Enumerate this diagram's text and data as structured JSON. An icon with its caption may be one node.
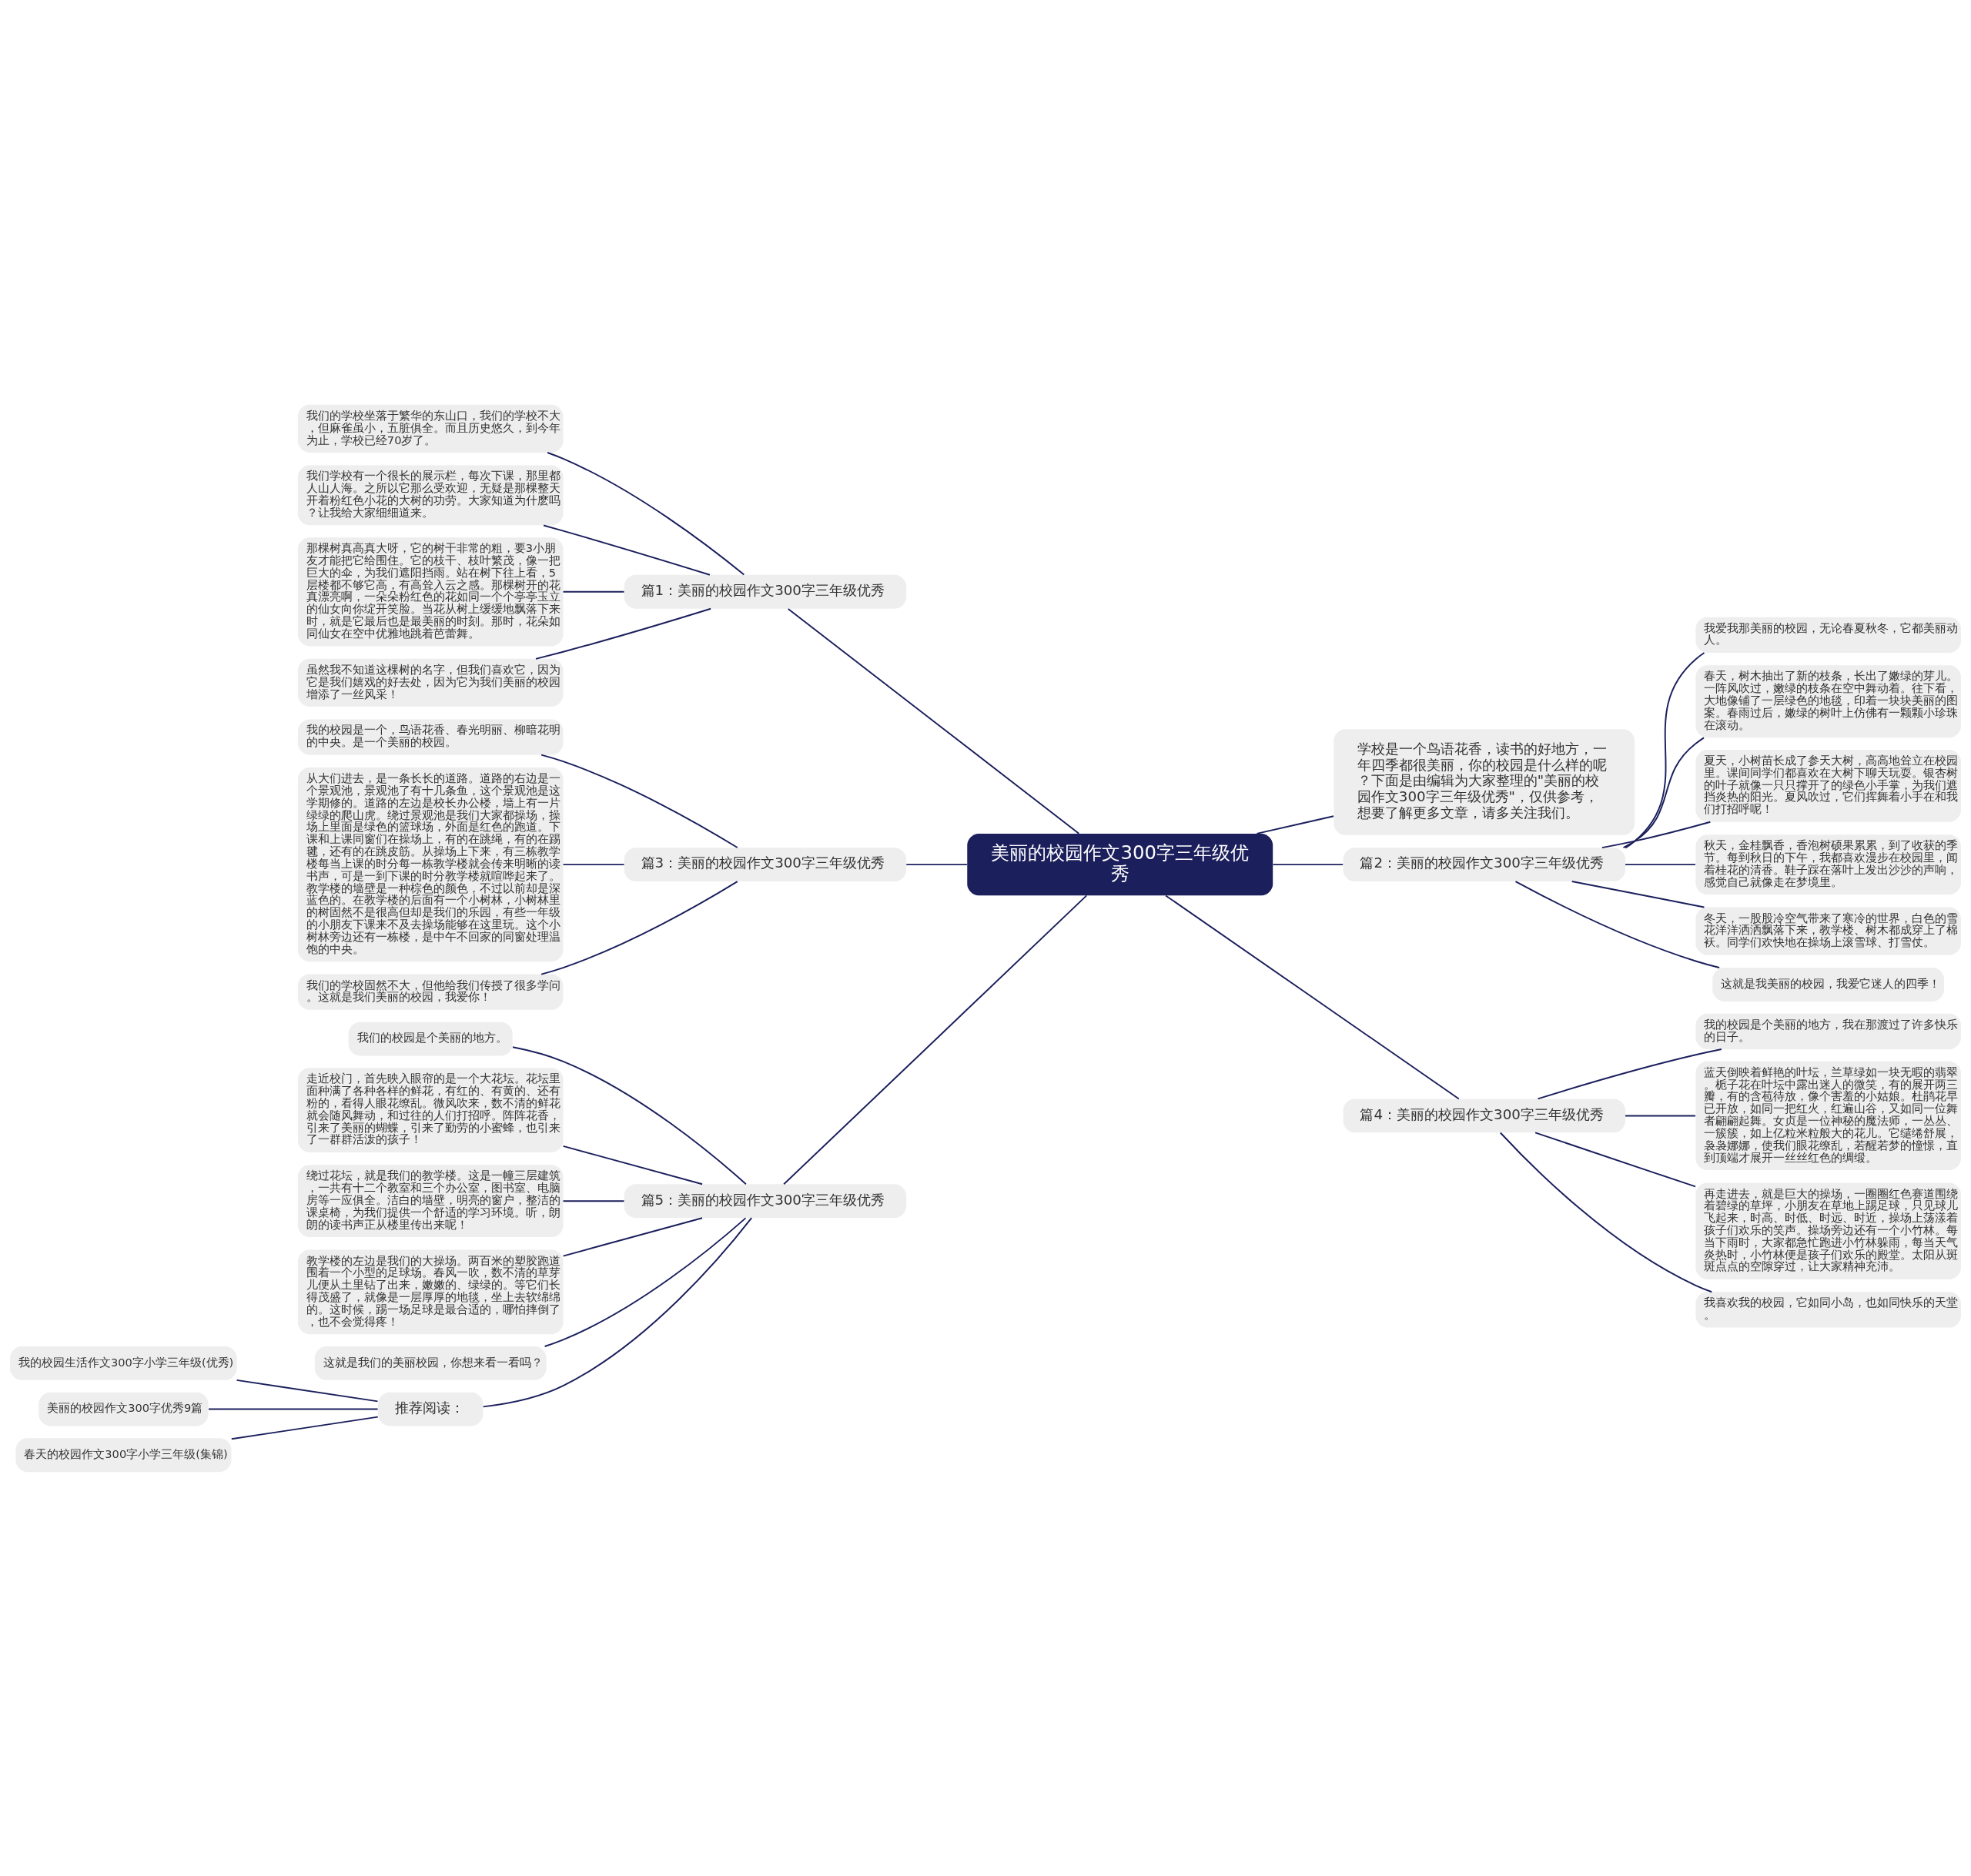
{
  "diagram": {
    "nodes": [
      {
        "text": [
          "美丽的校园作文300字三年级优秀"
        ]
      },
      {
        "text": [
          "篇1：美丽的校园作文300字三年级优秀"
        ]
      },
      {
        "text": [
          "我们的学校坐落于繁华的东山口，我们的学校不大，但麻雀虽小，五脏俱全。而且历史悠久，到今年为止，学校已经70岁了。"
        ]
      },
      {
        "text": [
          "我们学校有一个很长的展示栏，每次下课，那里都人山人海。之所以它那么受欢迎，无疑是那棵整天开着粉红色小花的大树的功劳。大家知道为什麽吗？让我给大家细细道来。"
        ]
      },
      {
        "text": [
          "那棵树真高真大呀，它的树干非常的粗，要3小朋友才能把它给围住。它的枝干、枝叶繁茂，像一把巨大的伞，为我们遮阳挡雨。站在树下往上看，5层楼都不够它高，有高耸入云之感。那棵树开的花真漂亮啊，一朵朵粉红色的花如同一个个亭亭玉立的仙女向你绽开笑脸。当花从树上缓缓地飘落下来时，就是它最后也是最美丽的时刻。那时，花朵如同仙女在空中优雅地跳着芭蕾舞。"
        ]
      },
      {
        "text": [
          "虽然我不知道这棵树的名字，但我们喜欢它，因为它是我们嬉戏的好去处，因为它为我们美丽的校园增添了一丝风采！"
        ]
      },
      {
        "text": [
          "篇3：美丽的校园作文300字三年级优秀"
        ]
      },
      {
        "text": [
          "我的校园是一个，鸟语花香、春光明丽、柳暗花明的中央。是一个美丽的校园。"
        ]
      },
      {
        "text": [
          "从大们进去，是一条长长的道路。道路的右边是一个景观池，景观池了有十几条鱼，这个景观池是这学期修的。道路的左边是校长办公楼，墙上有一片绿绿的爬山虎。绕过景观池是我们大家都操场，操场上里面是绿色的篮球场，外面是红色的跑道。下课和上课同窗们在操场上，有的在跳绳，有的在踢毽，还有的在跳皮筋。从操场上下来，有三栋教学楼每当上课的时分每一栋教学楼就会传来明晰的读书声，可是一到下课的时分教学楼就喧哗起来了。教学楼的墙壁是一种棕色的颜色，不过以前却是深蓝色的。在教学楼的后面有一个小树林，小树林里的树固然不是很高但却是我们的乐园，有些一年级的小朋友下课来不及去操场能够在这里玩。这个小树林旁边还有一栋楼，是中午不回家的同窗处理温饱的中央。"
        ]
      },
      {
        "text": [
          "我们的学校固然不大，但他给我们传授了很多学问。这就是我们美丽的校园，我爱你！"
        ]
      },
      {
        "text": [
          "篇5：美丽的校园作文300字三年级优秀"
        ]
      },
      {
        "text": [
          "我们的校园是个美丽的地方。"
        ]
      },
      {
        "text": [
          "走近校门，首先映入眼帘的是一个大花坛。花坛里面种满了各种各样的鲜花，有红的、有黄的、还有粉的，看得人眼花缭乱。微风吹来，数不清的鲜花就会随风舞动，和过往的人们打招呼。阵阵花香，引来了美丽的蝴蝶，引来了勤劳的小蜜蜂，也引来了一群群活泼的孩子！"
        ]
      },
      {
        "text": [
          "绕过花坛，就是我们的教学楼。这是一幢三层建筑，一共有十二个教室和三个办公室，图书室、电脑房等一应俱全。洁白的墙壁，明亮的窗户，整洁的课桌椅，为我们提供一个舒适的学习环境。听，朗朗的读书声正从楼里传出来呢！"
        ]
      },
      {
        "text": [
          "教学楼的左边是我们的大操场。两百米的塑胶跑道围着一个小型的足球场。春风一吹，数不清的草芽儿便从土里钻了出来，嫩嫩的、绿绿的。等它们长得茂盛了，就像是一层厚厚的地毯，坐上去软绵绵的。这时候，踢一场足球是最合适的，哪怕摔倒了，也不会觉得疼！"
        ]
      },
      {
        "text": [
          "这就是我们的美丽校园，你想来看一看吗？"
        ]
      },
      {
        "text": [
          "推荐阅读："
        ]
      },
      {
        "text": [
          "我的校园生活作文300字小学三年级(优秀)"
        ]
      },
      {
        "text": [
          "美丽的校园作文300字优秀9篇"
        ]
      },
      {
        "text": [
          "春天的校园作文300字小学三年级(集锦)"
        ]
      },
      {
        "text": [
          "学校是一个鸟语花香，读书的好地方，一年四季都很美丽，你的校园是什么样的呢？下面是由编辑为大家整理的\"美丽的校园作文300字三年级优秀\"，仅供参考，想要了解更多文章，请多关注我们。"
        ]
      },
      {
        "text": [
          "篇2：美丽的校园作文300字三年级优秀"
        ]
      },
      {
        "text": [
          "我爱我那美丽的校园，无论春夏秋冬，它都美丽动人。"
        ]
      },
      {
        "text": [
          "春天，树木抽出了新的枝条，长出了嫩绿的芽儿。一阵风吹过，嫩绿的枝条在空中舞动着。往下看，大地像铺了一层绿色的地毯，印着一块块美丽的图案。春雨过后，嫩绿的树叶上仿佛有一颗颗小珍珠在滚动。"
        ]
      },
      {
        "text": [
          "夏天，小树苗长成了参天大树，高高地耸立在校园里。课间同学们都喜欢在大树下聊天玩耍。银杏树的叶子就像一只只撑开了的绿色小手掌，为我们遮挡炎热的阳光。夏风吹过，它们挥舞着小手在和我们打招呼呢！"
        ]
      },
      {
        "text": [
          "秋天，金桂飘香，香泡树硕果累累，到了收获的季节。每到秋日的下午，我都喜欢漫步在校园里，闻着桂花的清香。鞋子踩在落叶上发出沙沙的声响，感觉自己就像走在梦境里。"
        ]
      },
      {
        "text": [
          "冬天，一股股冷空气带来了寒冷的世界，白色的雪花洋洋洒洒飘落下来，教学楼、树木都成穿上了棉袄。同学们欢快地在操场上滚雪球、打雪仗。"
        ]
      },
      {
        "text": [
          "这就是我美丽的校园，我爱它迷人的四季！"
        ]
      },
      {
        "text": [
          "篇4：美丽的校园作文300字三年级优秀"
        ]
      },
      {
        "text": [
          "我的校园是个美丽的地方，我在那渡过了许多快乐的日子。"
        ]
      },
      {
        "text": [
          "蓝天倒映着鲜艳的叶坛，兰草绿如一块无暇的翡翠。栀子花在叶坛中露出迷人的微笑，有的展开两三瓣，有的含苞待放，像个害羞的小姑娘。杜鹃花早已开放，如同一把红火，红遍山谷，又如同一位舞者翩翩起舞。女贞是一位神秘的魔法师，一丛丛、一簇簇，如上亿粒米粒般大的花儿。它缱绻舒展，袅袅娜娜，使我们眼花缭乱，若醒若梦的憧憬，直到顶端才展开一丝丝红色的绸缎。"
        ]
      },
      {
        "text": [
          "再走进去，就是巨大的操场，一圈圈红色赛道围绕着碧绿的草坪，小朋友在草地上踢足球，只见球儿飞起来，时高、时低、时远、时近，操场上荡漾着孩子们欢乐的笑声。操场旁边还有一个小竹林。每当下雨时，大家都急忙跑进小竹林躲雨，每当天气炎热时，小竹林便是孩子们欢乐的殿堂。太阳从斑斑点点的空隙穿过，让大家精神充沛。"
        ]
      },
      {
        "text": [
          "我喜欢我的校园，它如同小岛，也如同快乐的天堂。"
        ]
      }
    ],
    "edges": [
      {
        "from": 0,
        "to": 1,
        "arrow": "none"
      },
      {
        "from": 1,
        "to": 2,
        "arrow": "none"
      },
      {
        "from": 1,
        "to": 3,
        "arrow": "none"
      },
      {
        "from": 1,
        "to": 4,
        "arrow": "none"
      },
      {
        "from": 1,
        "to": 5,
        "arrow": "none"
      },
      {
        "from": 0,
        "to": 6,
        "arrow": "none"
      },
      {
        "from": 6,
        "to": 7,
        "arrow": "none"
      },
      {
        "from": 6,
        "to": 8,
        "arrow": "none"
      },
      {
        "from": 6,
        "to": 9,
        "arrow": "none"
      },
      {
        "from": 0,
        "to": 10,
        "arrow": "none"
      },
      {
        "from": 10,
        "to": 11,
        "arrow": "none"
      },
      {
        "from": 10,
        "to": 12,
        "arrow": "none"
      },
      {
        "from": 10,
        "to": 13,
        "arrow": "none"
      },
      {
        "from": 10,
        "to": 14,
        "arrow": "none"
      },
      {
        "from": 10,
        "to": 15,
        "arrow": "none"
      },
      {
        "from": 10,
        "to": 16,
        "arrow": "none"
      },
      {
        "from": 16,
        "to": 17,
        "arrow": "none"
      },
      {
        "from": 16,
        "to": 18,
        "arrow": "none"
      },
      {
        "from": 16,
        "to": 19,
        "arrow": "none"
      },
      {
        "from": 0,
        "to": 20,
        "arrow": "none"
      },
      {
        "from": 0,
        "to": 21,
        "arrow": "none"
      },
      {
        "from": 21,
        "to": 22,
        "arrow": "none"
      },
      {
        "from": 21,
        "to": 23,
        "arrow": "none"
      },
      {
        "from": 21,
        "to": 24,
        "arrow": "none"
      },
      {
        "from": 21,
        "to": 25,
        "arrow": "none"
      },
      {
        "from": 21,
        "to": 26,
        "arrow": "none"
      },
      {
        "from": 21,
        "to": 27,
        "arrow": "none"
      },
      {
        "from": 0,
        "to": 28,
        "arrow": "none"
      },
      {
        "from": 28,
        "to": 29,
        "arrow": "none"
      },
      {
        "from": 28,
        "to": 30,
        "arrow": "none"
      },
      {
        "from": 28,
        "to": 31,
        "arrow": "none"
      },
      {
        "from": 28,
        "to": 32,
        "arrow": "none"
      }
    ]
  }
}
